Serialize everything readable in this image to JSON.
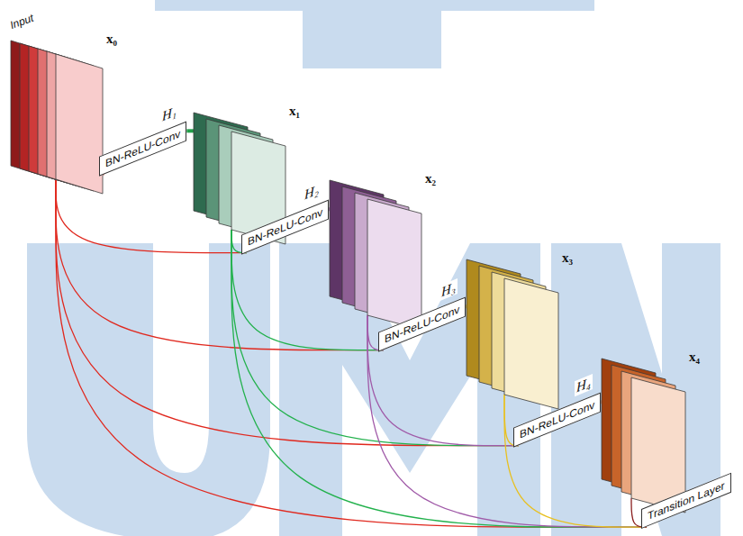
{
  "diagram": {
    "nodes": [
      {
        "text": [
          "Input",
          "x₀"
        ]
      },
      {
        "text": [
          "H₁",
          "BN-ReLU-Conv"
        ]
      },
      {
        "text": [
          "x₁"
        ]
      },
      {
        "text": [
          "H₂",
          "BN-ReLU-Conv"
        ]
      },
      {
        "text": [
          "x₂"
        ]
      },
      {
        "text": [
          "H₃",
          "BN-ReLU-Conv"
        ]
      },
      {
        "text": [
          "x₃"
        ]
      },
      {
        "text": [
          "H₄",
          "BN-ReLU-Conv"
        ]
      },
      {
        "text": [
          "x₄"
        ]
      },
      {
        "text": [
          "Transition Layer"
        ]
      }
    ],
    "edges": [
      {
        "from": 0,
        "to": 1,
        "arrow": "none"
      },
      {
        "from": 0,
        "to": 3,
        "arrow": "none"
      },
      {
        "from": 0,
        "to": 5,
        "arrow": "none"
      },
      {
        "from": 0,
        "to": 7,
        "arrow": "none"
      },
      {
        "from": 0,
        "to": 9,
        "arrow": "none"
      },
      {
        "from": 1,
        "to": 2,
        "arrow": "none"
      },
      {
        "from": 2,
        "to": 3,
        "arrow": "none"
      },
      {
        "from": 2,
        "to": 5,
        "arrow": "none"
      },
      {
        "from": 2,
        "to": 7,
        "arrow": "none"
      },
      {
        "from": 2,
        "to": 9,
        "arrow": "none"
      },
      {
        "from": 3,
        "to": 4,
        "arrow": "none"
      },
      {
        "from": 4,
        "to": 5,
        "arrow": "none"
      },
      {
        "from": 4,
        "to": 7,
        "arrow": "none"
      },
      {
        "from": 4,
        "to": 9,
        "arrow": "none"
      },
      {
        "from": 5,
        "to": 6,
        "arrow": "none"
      },
      {
        "from": 6,
        "to": 7,
        "arrow": "none"
      },
      {
        "from": 6,
        "to": 9,
        "arrow": "none"
      },
      {
        "from": 7,
        "to": 8,
        "arrow": "none"
      },
      {
        "from": 8,
        "to": 9,
        "arrow": "none"
      }
    ]
  }
}
